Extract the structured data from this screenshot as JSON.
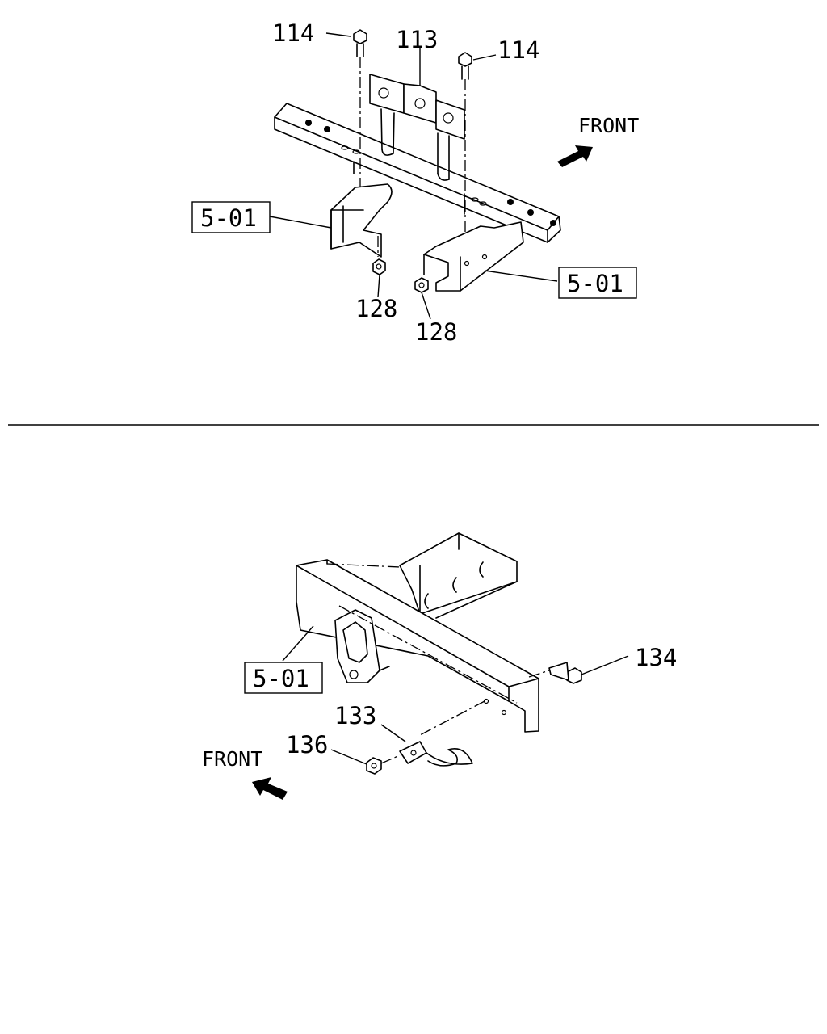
{
  "top_view": {
    "front_label": "FRONT",
    "callouts": {
      "bolt_left": "114",
      "bolt_right": "114",
      "bracket": "113",
      "ref_left": "5-01",
      "ref_right": "5-01",
      "nut_left": "128",
      "nut_right": "128"
    }
  },
  "bottom_view": {
    "front_label": "FRONT",
    "callouts": {
      "bolt": "134",
      "hook": "133",
      "nut": "136",
      "ref": "5-01"
    }
  },
  "icons": {
    "front_arrow": "front-arrow-icon"
  }
}
